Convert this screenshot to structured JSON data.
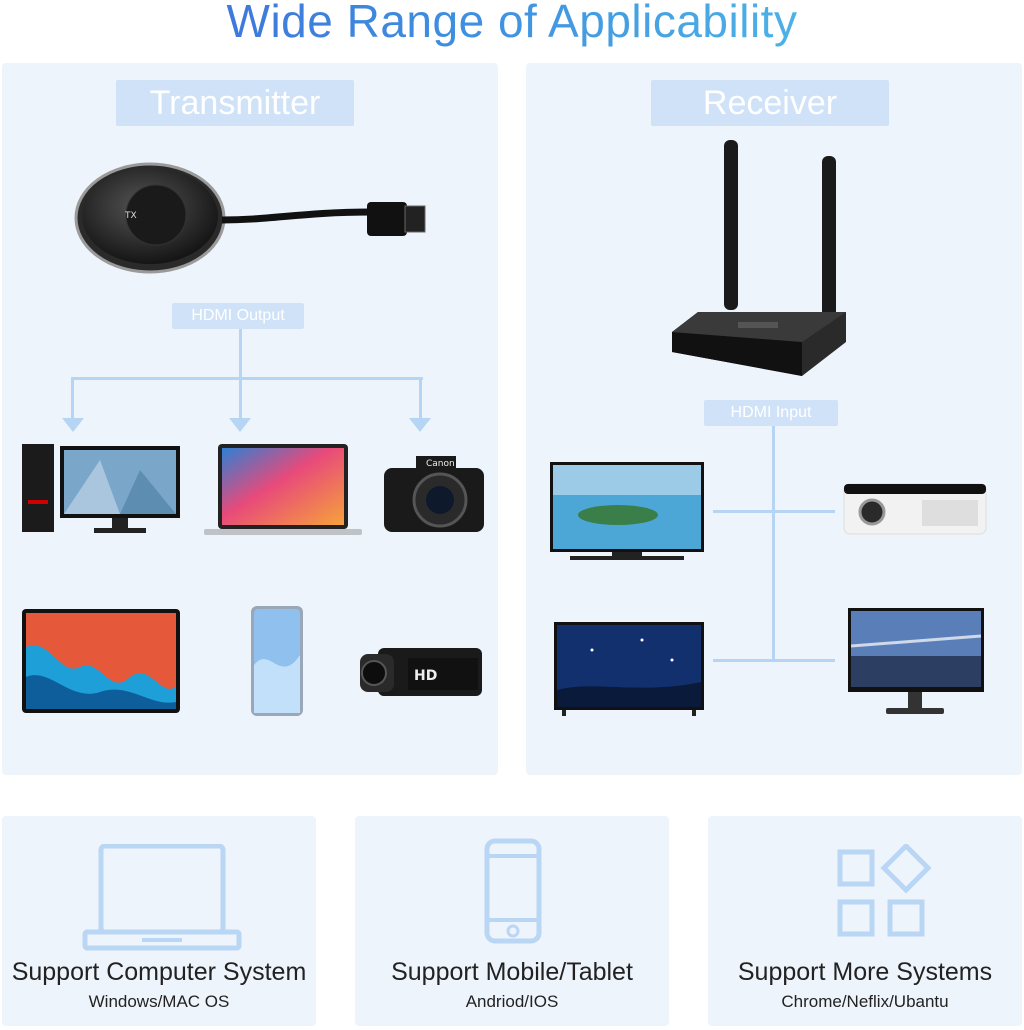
{
  "header": {
    "title": "Wide Range of Applicability"
  },
  "transmitter": {
    "label": "Transmitter",
    "output_label": "HDMI Output",
    "device_text": "TX",
    "brand_camera": "Canon",
    "camcorder_text": "HD",
    "devices": [
      "pc-monitor",
      "laptop",
      "dslr-camera",
      "tablet",
      "smartphone",
      "camcorder"
    ]
  },
  "receiver": {
    "label": "Receiver",
    "input_label": "HDMI Input",
    "devices": [
      "tv",
      "projector",
      "large-tv",
      "monitor"
    ]
  },
  "features": [
    {
      "title": "Support Computer System",
      "subtitle": "Windows/MAC OS",
      "icon": "laptop-icon"
    },
    {
      "title": "Support Mobile/Tablet",
      "subtitle": "Andriod/IOS",
      "icon": "phone-icon"
    },
    {
      "title": "Support More Systems",
      "subtitle": "Chrome/Neflix/Ubantu",
      "icon": "apps-icon"
    }
  ],
  "colors": {
    "accent": "#4a8fe2",
    "panel": "#eef4fc",
    "pill": "#cfe2f8",
    "line": "#b6d4f4",
    "icon": "#b9d6f5"
  }
}
